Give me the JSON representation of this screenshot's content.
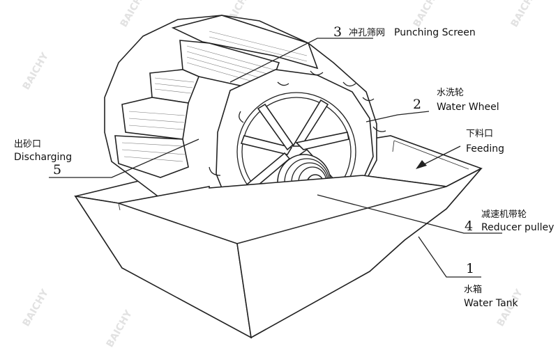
{
  "watermark": "BAICHY",
  "labels": [
    {
      "id": "punching-screen",
      "number": "3",
      "cn": "冲孔筛网",
      "en": "Punching Screen"
    },
    {
      "id": "water-wheel",
      "number": "2",
      "cn": "水洗轮",
      "en": "Water Wheel"
    },
    {
      "id": "feeding",
      "number": "",
      "cn": "下料口",
      "en": "Feeding"
    },
    {
      "id": "discharging",
      "number": "5",
      "cn": "出砂口",
      "en": "Discharging"
    },
    {
      "id": "reducer-pulley",
      "number": "4",
      "cn": "减速机带轮",
      "en": "Reducer pulley"
    },
    {
      "id": "water-tank",
      "number": "1",
      "cn": "水箱",
      "en": "Water Tank"
    }
  ]
}
